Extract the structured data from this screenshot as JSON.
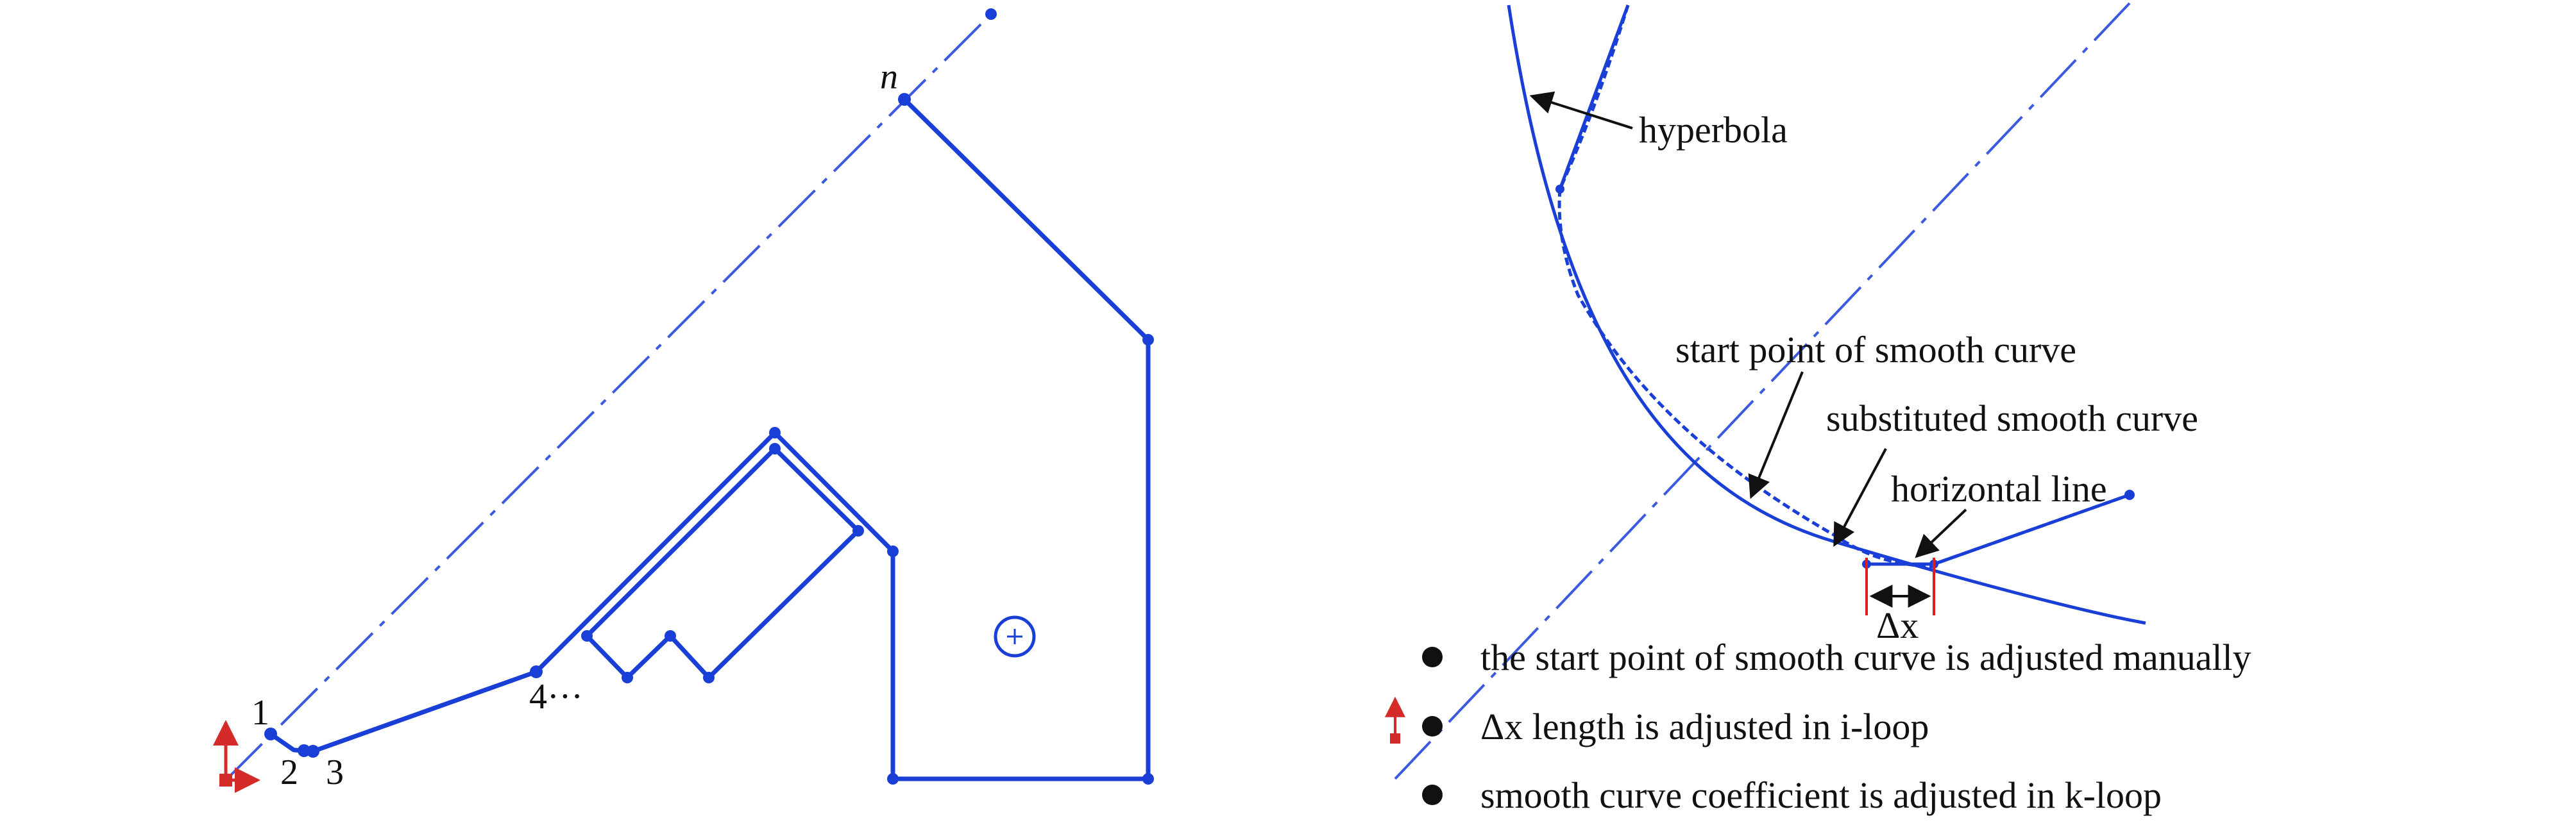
{
  "colors": {
    "line": "#1a3fd6",
    "axis": "#3b5ae0",
    "origin": "#d42a2a",
    "text": "#111111",
    "dim": "#e21b1b"
  },
  "left": {
    "point_labels": {
      "p1": "1",
      "p2": "2",
      "p3": "3",
      "p4": "4···",
      "pn": "n"
    },
    "icons": {
      "origin": "coordinate-origin-icon",
      "center_mark": "center-mark-icon"
    }
  },
  "right": {
    "annotations": {
      "hyperbola": "hyperbola",
      "start_point": "start point of smooth curve",
      "substituted": "substituted smooth curve",
      "horizontal": "horizontal line",
      "delta_x": "Δx"
    },
    "bullets": [
      "the start point of smooth curve is adjusted manually",
      "Δx length is adjusted in i-loop",
      "smooth curve coefficient is adjusted in k-loop"
    ]
  }
}
